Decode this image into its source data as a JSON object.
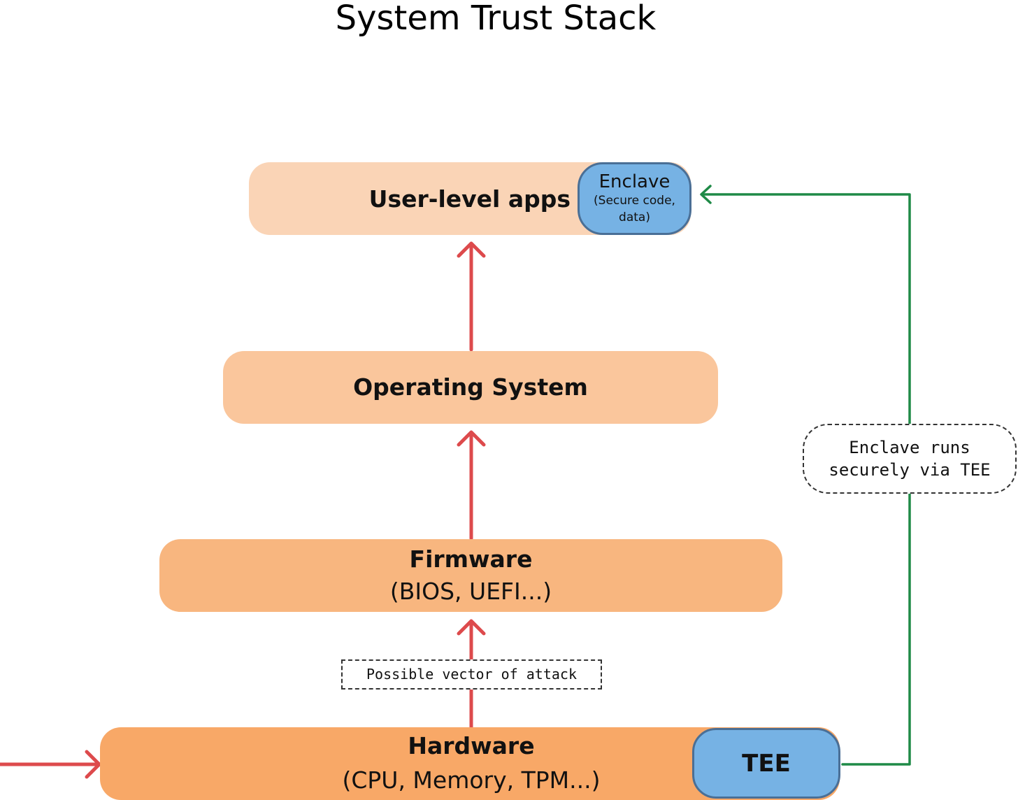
{
  "title": "System Trust Stack",
  "layers": {
    "user_apps": {
      "label": "User-level apps",
      "color": "#fad4b6"
    },
    "operating_system": {
      "label": "Operating System",
      "color": "#fac69c"
    },
    "firmware": {
      "label": "Firmware",
      "detail": "(BIOS, UEFI...)",
      "color": "#f8b67f"
    },
    "hardware": {
      "label": "Hardware",
      "detail": "(CPU, Memory, TPM...)",
      "color": "#f8a867"
    }
  },
  "enclave": {
    "label": "Enclave",
    "detail": "(Secure code, data)",
    "color": "#76b2e4"
  },
  "tee": {
    "label": "TEE",
    "color": "#76b2e4"
  },
  "annotations": {
    "attack_vector": "Possible vector of attack",
    "enclave_note": "Enclave runs securely via TEE"
  },
  "colors": {
    "attack_arrow": "#dd4a4c",
    "trust_line": "#1f8a47"
  }
}
